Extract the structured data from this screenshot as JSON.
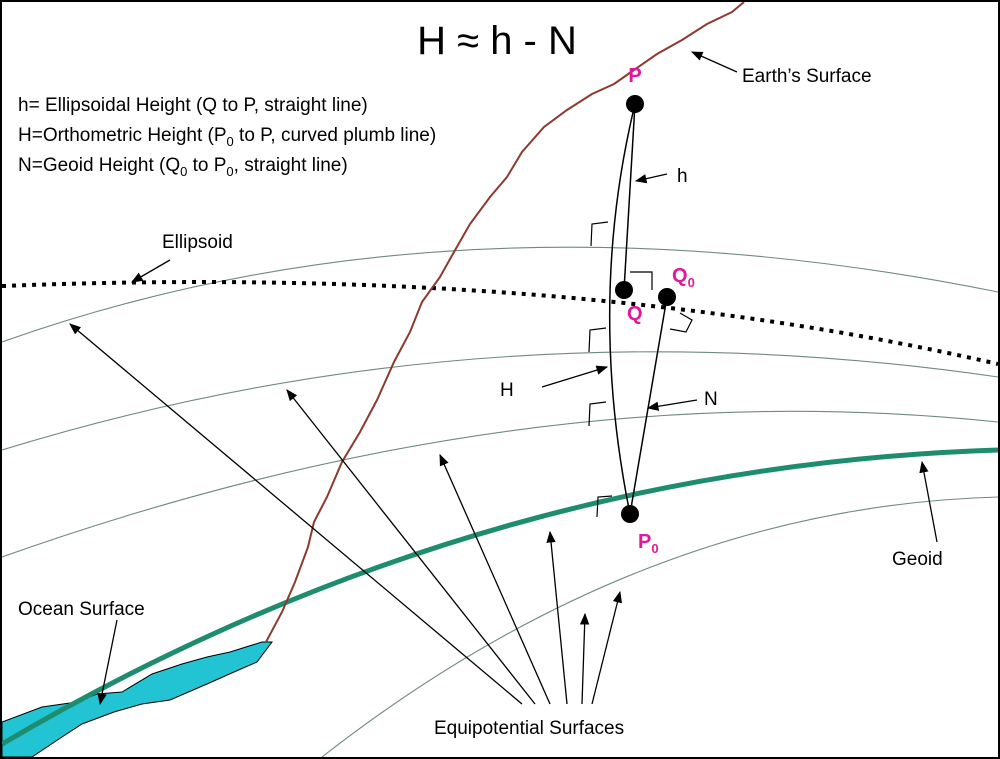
{
  "title": "H ≈ h - N",
  "definitions": {
    "h_line": "h= Ellipsoidal Height (Q to P, straight line)",
    "H_prefix": "H=Orthometric Height (P",
    "H_sub": "0",
    "H_suffix": " to P, curved plumb line)",
    "N_prefix": "N=Geoid Height (Q",
    "N_sub1": "0",
    "N_mid": " to P",
    "N_sub2": "0",
    "N_suffix": ", straight line)"
  },
  "labels": {
    "earth_surface": "Earth’s Surface",
    "ellipsoid": "Ellipsoid",
    "geoid": "Geoid",
    "ocean_surface": "Ocean Surface",
    "equipotential": "Equipotential Surfaces",
    "h": "h",
    "H": "H",
    "N": "N"
  },
  "points": {
    "P": "P",
    "Q": "Q",
    "Q0_main": "Q",
    "Q0_sub": "0",
    "P0_main": "P",
    "P0_sub": "0"
  },
  "colors": {
    "earth_surface": "#8b3a2e",
    "geoid": "#1e8c6e",
    "ocean": "#22c3d2",
    "point_label": "#e0189b",
    "equipotential": "#6f8a7f"
  }
}
